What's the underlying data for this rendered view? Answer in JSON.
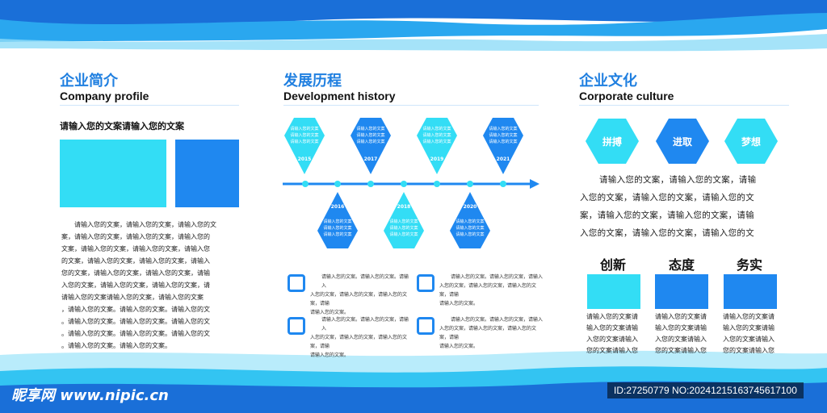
{
  "colors": {
    "blue": "#1f88f0",
    "cyan": "#33ddf5",
    "dark_blue": "#1a6fd8",
    "heading": "#1f7fe0"
  },
  "profile": {
    "title_cn": "企业简介",
    "title_en": "Company profile",
    "subtitle": "请输入您的文案请输入您的文案",
    "body": [
      "请输入您的文案，请输入您的文案，请输入您的文",
      "案，请输入您的文案，请输入您的文案，请输入您的",
      "文案，请输入您的文案，请输入您的文案，请输入您",
      "的文案，请输入您的文案，请输入您的文案，请输入",
      "您的文案，请输入您的文案，请输入您的文案，请输",
      "入您的文案，请输入您的文案，请输入您的文案，请",
      "请输入您的文案请输入您的文案，请输入您的文案",
      "，请输入您的文案。请输入您的文案。请输入您的文",
      "。请输入您的文案。请输入您的文案。请输入您的文",
      "。请输入您的文案。请输入您的文案。请输入您的文",
      "。请输入您的文案。请输入您的文案。"
    ]
  },
  "history": {
    "title_cn": "发展历程",
    "title_en": "Development history",
    "hex_text": [
      "请输入您的文案",
      "请输入您的文案",
      "请输入您的文案"
    ],
    "top_years": [
      "2015",
      "2017",
      "2019",
      "2021"
    ],
    "bottom_years": [
      "2016",
      "2018",
      "2020"
    ],
    "items": [
      [
        "请输入您的文案。请输入您的文案。请输入",
        "入您的文案，请输入您的文案，请输入您的文案，请输",
        "请输入您的文案。"
      ],
      [
        "请输入您的文案。请输入您的文案，请输入",
        "入您的文案，请输入您的文案，请输入您的文案，请输",
        "请输入您的文案。"
      ],
      [
        "请输入您的文案。请输入您的文案，请输入",
        "入您的文案，请输入您的文案，请输入您的文案，请输",
        "请输入您的文案。"
      ],
      [
        "请输入您的文案。请输入您的文案，请输入",
        "入您的文案，请输入您的文案，请输入您的文案，请输",
        "请输入您的文案。"
      ]
    ]
  },
  "culture": {
    "title_cn": "企业文化",
    "title_en": "Corporate culture",
    "values": [
      "拼搏",
      "进取",
      "梦想"
    ],
    "body": [
      "请输入您的文案，请输入您的文案，请输",
      "入您的文案，请输入您的文案，请输入您的文",
      "案，请输入您的文案，请输入您的文案，请输",
      "入您的文案，请输入您的文案，请输入您的文"
    ],
    "keywords": [
      "创新",
      "态度",
      "务实"
    ],
    "box_text": [
      "请输入您的文案请",
      "输入您的文案请输",
      "入您的文案请输入",
      "您的文案请输入您"
    ]
  },
  "watermark": {
    "left": "昵享网 www.nipic.cn",
    "right": "ID:27250779 NO:20241215163745617100"
  }
}
